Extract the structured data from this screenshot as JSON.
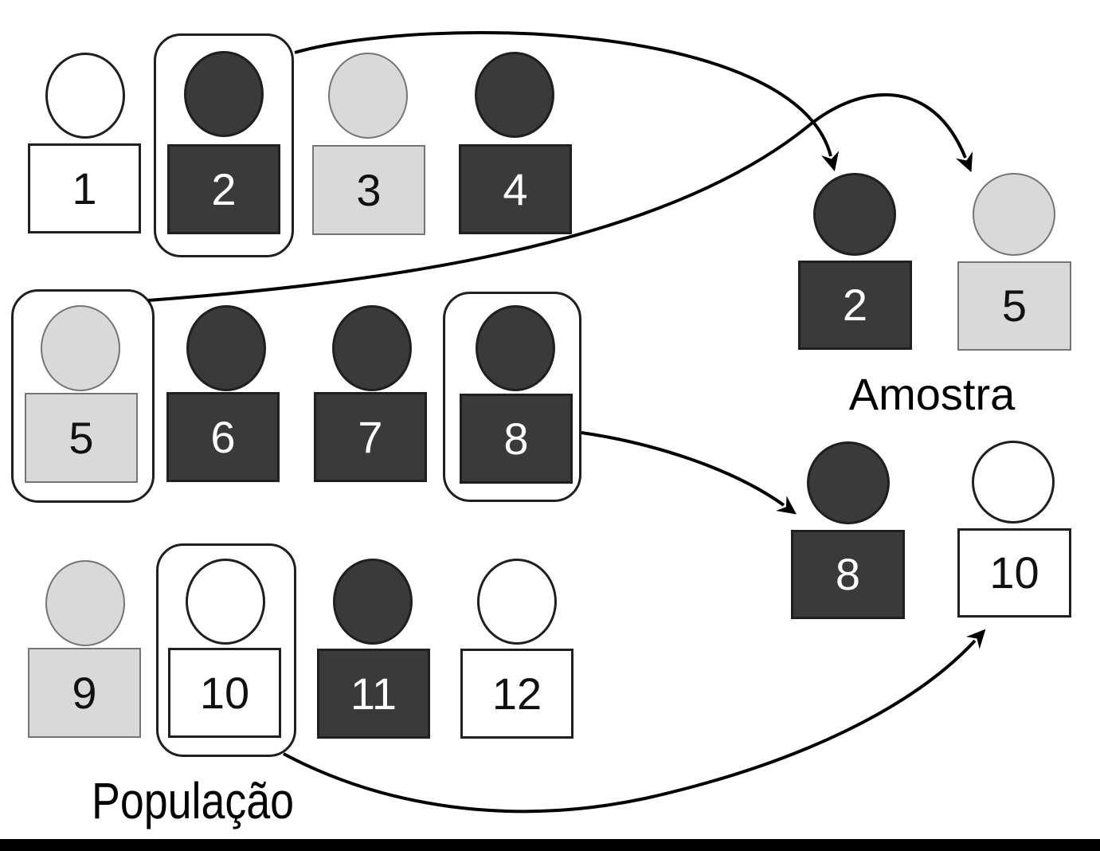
{
  "colors": {
    "dark": "#3a3a3a",
    "light_gray": "#d9d9d9",
    "white": "#ffffff",
    "stroke": "#1f1f1f",
    "light_stroke": "#757575",
    "arrow": "#000000",
    "bottom_bar": "#000000"
  },
  "population": {
    "label": "População",
    "people": [
      {
        "number": "1",
        "shade": "white",
        "selected": false
      },
      {
        "number": "2",
        "shade": "dark",
        "selected": true
      },
      {
        "number": "3",
        "shade": "light",
        "selected": false
      },
      {
        "number": "4",
        "shade": "dark",
        "selected": false
      },
      {
        "number": "5",
        "shade": "light",
        "selected": true
      },
      {
        "number": "6",
        "shade": "dark",
        "selected": false
      },
      {
        "number": "7",
        "shade": "dark",
        "selected": false
      },
      {
        "number": "8",
        "shade": "dark",
        "selected": true
      },
      {
        "number": "9",
        "shade": "light",
        "selected": false
      },
      {
        "number": "10",
        "shade": "white",
        "selected": true
      },
      {
        "number": "11",
        "shade": "dark",
        "selected": false
      },
      {
        "number": "12",
        "shade": "white",
        "selected": false
      }
    ]
  },
  "sample": {
    "label": "Amostra",
    "people": [
      {
        "number": "2",
        "shade": "dark"
      },
      {
        "number": "5",
        "shade": "light"
      },
      {
        "number": "8",
        "shade": "dark"
      },
      {
        "number": "10",
        "shade": "white"
      }
    ]
  },
  "arrows": [
    {
      "from": "2",
      "to": "sample-2"
    },
    {
      "from": "5",
      "to": "sample-5"
    },
    {
      "from": "8",
      "to": "sample-8"
    },
    {
      "from": "10",
      "to": "sample-10"
    }
  ]
}
